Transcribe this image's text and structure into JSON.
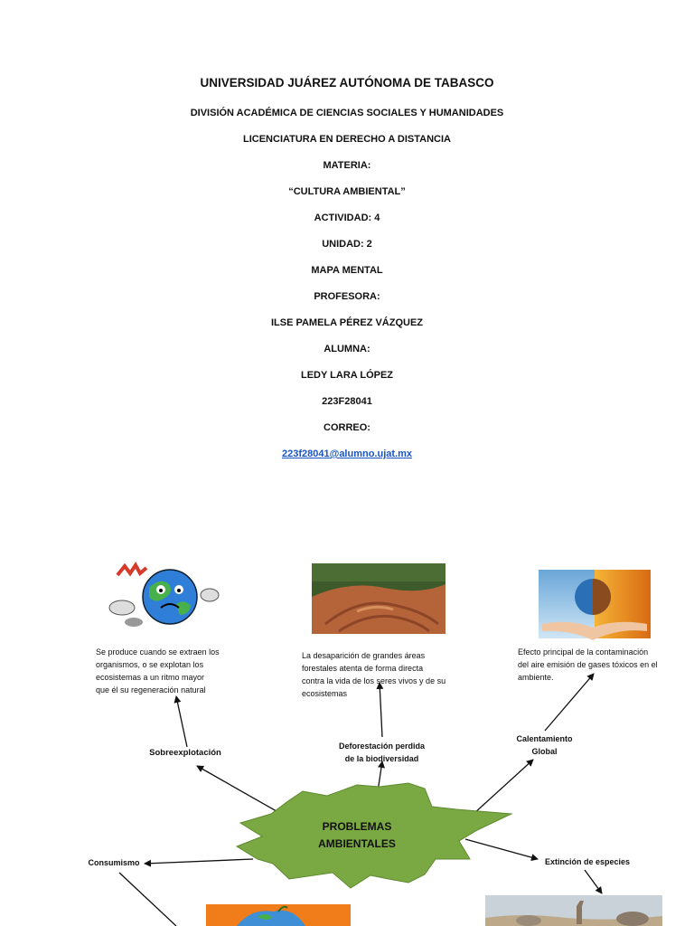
{
  "cover": {
    "university": "UNIVERSIDAD JUÁREZ AUTÓNOMA DE TABASCO",
    "division": "DIVISIÓN ACADÉMICA DE CIENCIAS SOCIALES Y HUMANIDADES",
    "program": "LICENCIATURA EN DERECHO A DISTANCIA",
    "subject_label": "MATERIA:",
    "subject": "“CULTURA AMBIENTAL”",
    "activity": "ACTIVIDAD: 4",
    "unit": "UNIDAD: 2",
    "type": "MAPA MENTAL",
    "teacher_label": "PROFESORA:",
    "teacher": "ILSE PAMELA PÉREZ VÁZQUEZ",
    "student_label": "ALUMNA:",
    "student": "LEDY LARA LÓPEZ",
    "student_id": "223F28041",
    "email_label": "CORREO:",
    "email": "223f28041@alumno.ujat.mx"
  },
  "mindmap": {
    "center": [
      "PROBLEMAS",
      "AMBIENTALES"
    ],
    "colors": {
      "burst": "#7aa843",
      "burst_stroke": "#5f8a30"
    },
    "nodes": {
      "overexploitation": "Sobreexplotación",
      "deforestation": [
        "Deforestación perdida",
        "de la biodiversidad"
      ],
      "warming": [
        "Calentamiento",
        "Global"
      ],
      "consumerism": "Consumismo",
      "extinction": "Extinción de especies"
    },
    "descriptions": {
      "overexploitation": [
        "Se produce cuando se extraen los",
        "organismos, o se explotan los",
        "ecosistemas a un ritmo mayor",
        "que él su regeneración natural"
      ],
      "deforestation": [
        "La desaparición de grandes áreas",
        "forestales atenta de forma directa",
        "contra la vida de los seres vivos y de su",
        "ecosistemas"
      ],
      "warming": [
        "Efecto principal de la contaminación",
        "del aire emisión de gases tóxicos en el",
        "ambiente."
      ]
    },
    "images": [
      "sad-earth-icon",
      "deforested-land-photo",
      "earth-in-hands-photo",
      "apple-earth-photo",
      "animals-photo"
    ]
  }
}
